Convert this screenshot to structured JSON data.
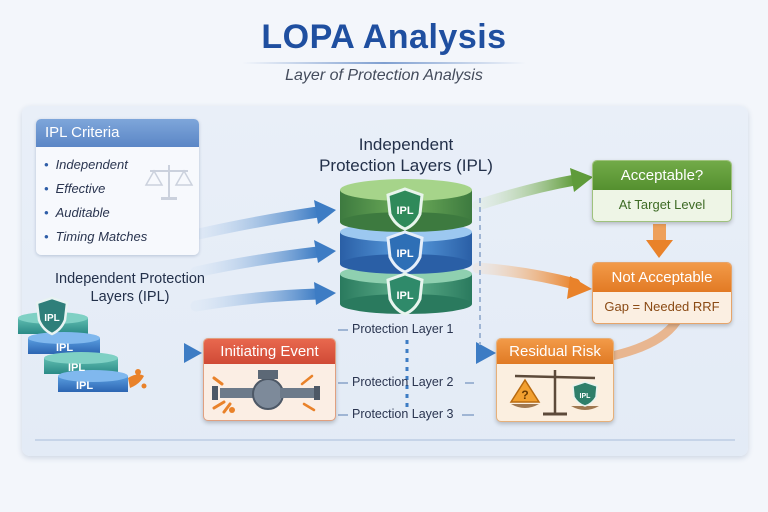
{
  "header": {
    "title": "LOPA Analysis",
    "subtitle": "Layer of Protection Analysis"
  },
  "criteria": {
    "title": "IPL Criteria",
    "items": [
      "Independent",
      "Effective",
      "Auditable",
      "Timing Matches"
    ]
  },
  "left_label": {
    "line1": "Independent Protection",
    "line2": "Layers (IPL)"
  },
  "center_label": {
    "line1": "Independent",
    "line2": "Protection Layers (IPL)"
  },
  "ipl_badge": "IPL",
  "stack_labels": [
    "IPL",
    "IPL",
    "IPL"
  ],
  "initiating_event": {
    "title": "Initiating Event"
  },
  "protection_layers": [
    "Protection Layer 1",
    "Protection Layer 2",
    "Protection Layer 3"
  ],
  "acceptable": {
    "title": "Acceptable?",
    "body": "At Target Level"
  },
  "not_acceptable": {
    "title": "Not Acceptable",
    "body": "Gap = Needed RRF"
  },
  "residual": {
    "title": "Residual Risk",
    "question": "?",
    "badge": "IPL"
  },
  "colors": {
    "title": "#1f4fa0",
    "green": "#5f9b3a",
    "blue": "#3d7cc4",
    "teal": "#3a9a7a",
    "orange": "#e9822a",
    "red": "#d9584a"
  }
}
